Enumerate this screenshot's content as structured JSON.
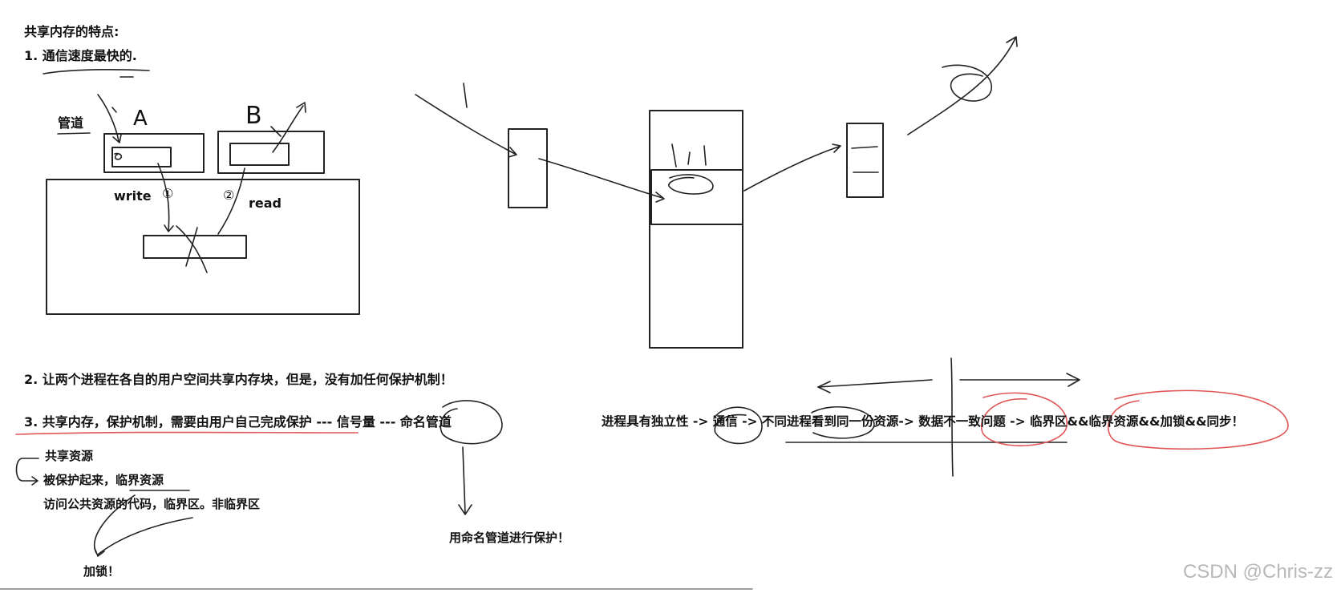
{
  "title": "共享内存的特点:",
  "point1": "1. 通信速度最快的.",
  "pipe_label": "管道",
  "process_a": "A",
  "process_b": "B",
  "write_label": "write",
  "read_label": "read",
  "mark1": "①",
  "mark2": "②",
  "point2": "2. 让两个进程在各自的用户空间共享内存块，但是，没有加任何保护机制！",
  "point3": "3. 共享内存，保护机制，需要由用户自己完成保护 --- 信号量 --- 命名管道",
  "shared_resource": "共享资源",
  "protected_critical": "被保护起来，临界资源",
  "critical_section": "访问公共资源的代码，临界区。非临界区",
  "lock": "加锁！",
  "named_pipe_protect": "用命名管道进行保护！",
  "chain": "进程具有独立性 -> 通信 -> 不同进程看到同一份资源-> 数据不一致问题 -> 临界区&&临界资源&&加锁&&同步！",
  "watermark": "CSDN @Chris-zz"
}
